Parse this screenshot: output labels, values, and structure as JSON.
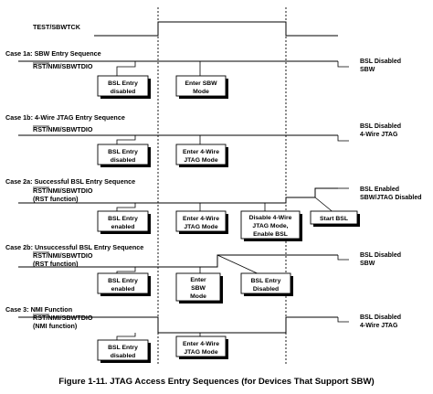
{
  "signals": {
    "test_label": "TEST/SBWTCK",
    "rst_label": "RST/NMI/SBWTDIO",
    "rst_function": "(RST function)",
    "nmi_function": "(NMI function)"
  },
  "cases": {
    "c1a": {
      "title": "Case 1a: SBW Entry Sequence",
      "box1": [
        "BSL Entry",
        "disabled"
      ],
      "box2": [
        "Enter SBW",
        "Mode"
      ],
      "result": [
        "BSL Disabled",
        "SBW"
      ]
    },
    "c1b": {
      "title": "Case 1b: 4-Wire JTAG Entry Sequence",
      "box1": [
        "BSL Entry",
        "disabled"
      ],
      "box2": [
        "Enter 4-Wire",
        "JTAG Mode"
      ],
      "result": [
        "BSL Disabled",
        "4-Wire JTAG"
      ]
    },
    "c2a": {
      "title": "Case 2a: Successful BSL Entry Sequence",
      "box1": [
        "BSL Entry",
        "enabled"
      ],
      "box2": [
        "Enter 4-Wire",
        "JTAG Mode"
      ],
      "box3": [
        "Disable 4-Wire",
        "JTAG Mode,",
        "Enable BSL"
      ],
      "box4": [
        "Start BSL"
      ],
      "result": [
        "BSL Enabled",
        "SBW/JTAG Disabled"
      ]
    },
    "c2b": {
      "title": "Case 2b: Unsuccessful BSL Entry Sequence",
      "box1": [
        "BSL Entry",
        "enabled"
      ],
      "box2": [
        "Enter",
        "SBW",
        "Mode"
      ],
      "box3": [
        "BSL Entry",
        "Disabled"
      ],
      "result": [
        "BSL Disabled",
        "SBW"
      ]
    },
    "c3": {
      "title": "Case 3: NMI Function",
      "box1": [
        "BSL Entry",
        "disabled"
      ],
      "box2": [
        "Enter 4-Wire",
        "JTAG Mode"
      ],
      "result": [
        "BSL Disabled",
        "4-Wire JTAG"
      ]
    }
  },
  "caption": "Figure 1-11. JTAG Access Entry Sequences (for Devices That Support SBW)"
}
